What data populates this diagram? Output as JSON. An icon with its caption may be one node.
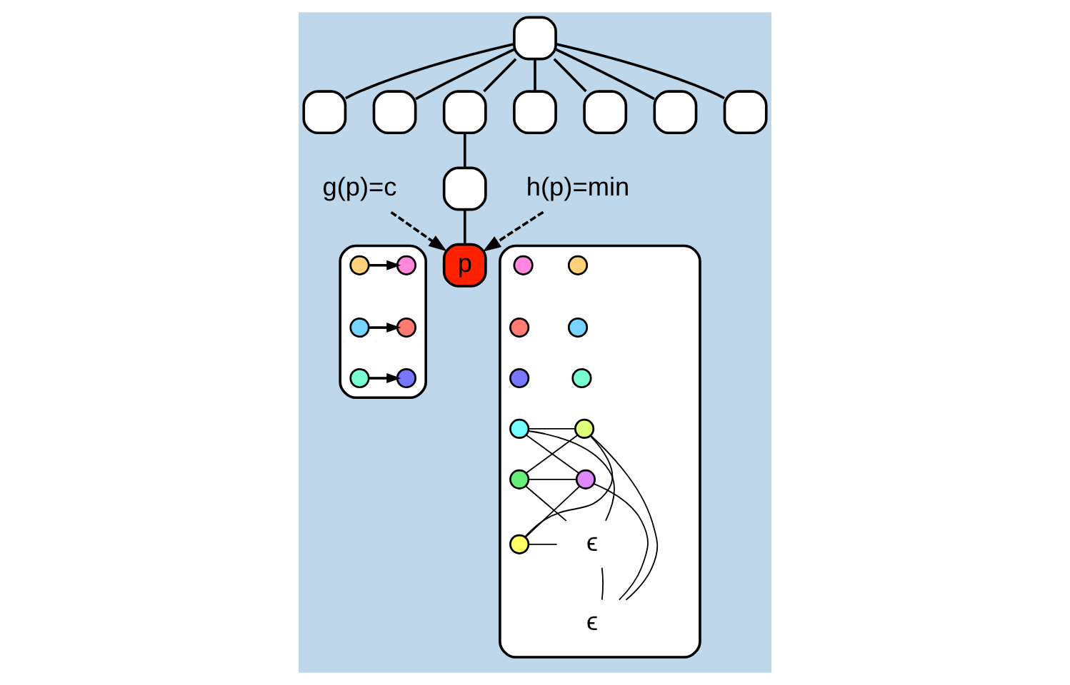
{
  "diagram": {
    "nodes": [
      {
        "text": [],
        "shape": "box"
      },
      {
        "text": [],
        "shape": "box"
      },
      {
        "text": [],
        "shape": "box"
      },
      {
        "text": [],
        "shape": "box"
      },
      {
        "text": [],
        "shape": "box"
      },
      {
        "text": [],
        "shape": "box"
      },
      {
        "text": [],
        "shape": "box"
      },
      {
        "text": [],
        "shape": "box"
      },
      {
        "text": [],
        "shape": "box"
      },
      {
        "text": [
          "p"
        ]
      },
      {
        "text": [
          "g(p)=c"
        ]
      },
      {
        "text": [],
        "shape": "box"
      },
      {
        "text": [],
        "shape": "circle",
        "in": 11
      },
      {
        "text": [],
        "shape": "circle",
        "in": 11
      },
      {
        "text": [],
        "shape": "circle",
        "in": 11
      },
      {
        "text": [],
        "shape": "circle",
        "in": 11
      },
      {
        "text": [],
        "shape": "circle",
        "in": 11
      },
      {
        "text": [],
        "shape": "circle",
        "in": 11
      },
      {
        "text": [
          "h(p)=min"
        ]
      },
      {
        "text": [],
        "shape": "box"
      },
      {
        "text": [],
        "shape": "circle",
        "in": 19
      },
      {
        "text": [],
        "shape": "circle",
        "in": 19
      },
      {
        "text": [],
        "shape": "circle",
        "in": 19
      },
      {
        "text": [],
        "shape": "circle",
        "in": 19
      },
      {
        "text": [],
        "shape": "circle",
        "in": 19
      },
      {
        "text": [],
        "shape": "circle",
        "in": 19
      },
      {
        "text": [],
        "shape": "circle",
        "in": 19
      },
      {
        "text": [],
        "shape": "circle",
        "in": 19
      },
      {
        "text": [],
        "shape": "circle",
        "in": 19
      },
      {
        "text": [],
        "shape": "circle",
        "in": 19
      },
      {
        "text": [
          "ϵ"
        ],
        "in": 19
      },
      {
        "text": [],
        "shape": "circle",
        "in": 19
      },
      {
        "text": [
          "ϵ"
        ],
        "in": 19
      }
    ],
    "edges": [
      {
        "from": 0,
        "to": 1,
        "arrow": "none"
      },
      {
        "from": 0,
        "to": 2,
        "arrow": "none"
      },
      {
        "from": 0,
        "to": 3,
        "arrow": "none"
      },
      {
        "from": 0,
        "to": 4,
        "arrow": "none"
      },
      {
        "from": 0,
        "to": 5,
        "arrow": "none"
      },
      {
        "from": 0,
        "to": 6,
        "arrow": "none"
      },
      {
        "from": 0,
        "to": 7,
        "arrow": "none"
      },
      {
        "from": 3,
        "to": 8,
        "arrow": "none"
      },
      {
        "from": 8,
        "to": 9,
        "arrow": "none"
      },
      {
        "from": 10,
        "to": 9,
        "arrow": "to",
        "style": "dashed"
      },
      {
        "from": 18,
        "to": 9,
        "arrow": "to",
        "style": "dashed"
      },
      {
        "from": 12,
        "to": 13,
        "arrow": "to"
      },
      {
        "from": 14,
        "to": 15,
        "arrow": "to"
      },
      {
        "from": 16,
        "to": 17,
        "arrow": "to"
      },
      {
        "from": 26,
        "to": 27,
        "arrow": "none"
      },
      {
        "from": 26,
        "to": 29,
        "arrow": "none"
      },
      {
        "from": 26,
        "to": 31,
        "arrow": "none"
      },
      {
        "from": 26,
        "to": 32,
        "arrow": "none"
      },
      {
        "from": 28,
        "to": 27,
        "arrow": "none"
      },
      {
        "from": 28,
        "to": 29,
        "arrow": "none"
      },
      {
        "from": 28,
        "to": 31,
        "arrow": "none"
      },
      {
        "from": 28,
        "to": 32,
        "arrow": "none"
      },
      {
        "from": 30,
        "to": 27,
        "arrow": "none"
      },
      {
        "from": 30,
        "to": 29,
        "arrow": "none"
      },
      {
        "from": 30,
        "to": 31,
        "arrow": "none"
      },
      {
        "from": 30,
        "to": 32,
        "arrow": "none"
      }
    ]
  }
}
